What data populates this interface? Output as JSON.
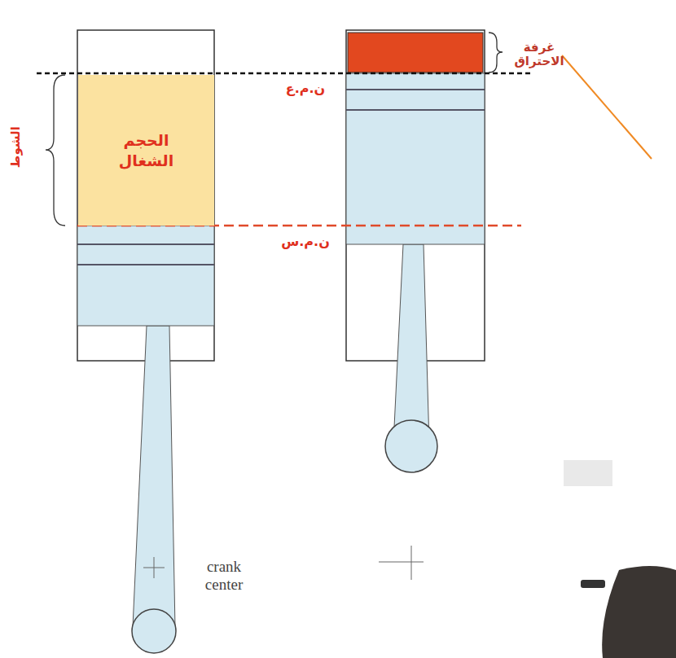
{
  "diagram": {
    "nodes": [
      {
        "text": [
          "الحجم الشغال"
        ]
      }
    ],
    "labels": [
      "غرفة الاحتراق",
      "ن.م.ع",
      "ن.م.س",
      "الشوط",
      "crank center"
    ]
  }
}
